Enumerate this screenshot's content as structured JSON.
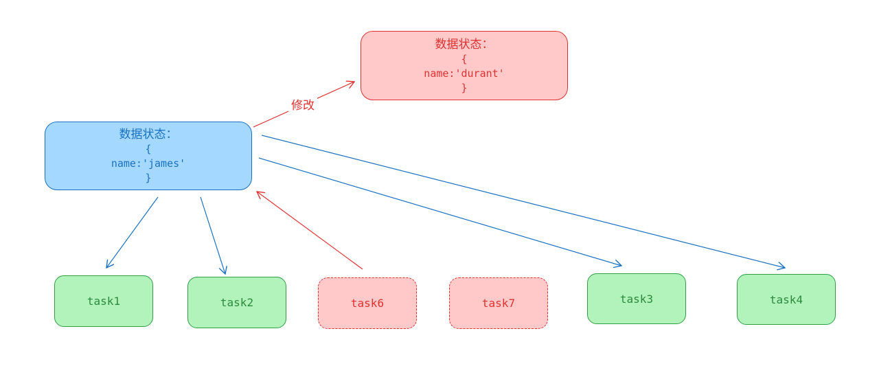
{
  "colors": {
    "blue_stroke": "#1971c2",
    "blue_fill": "#a5d8ff",
    "red_stroke": "#e03131",
    "red_fill": "#ffc9c9",
    "green_stroke": "#2f9e44",
    "green_fill": "#b2f2bb"
  },
  "current_state": {
    "title": "数据状态：",
    "open_brace": "{",
    "field": "name:'james'",
    "close_brace": "}"
  },
  "new_state": {
    "title": "数据状态：",
    "open_brace": "{",
    "field": "name:'durant'",
    "close_brace": "}"
  },
  "modify_label": "修改",
  "tasks": {
    "task1": "task1",
    "task2": "task2",
    "task6": "task6",
    "task7": "task7",
    "task3": "task3",
    "task4": "task4"
  }
}
